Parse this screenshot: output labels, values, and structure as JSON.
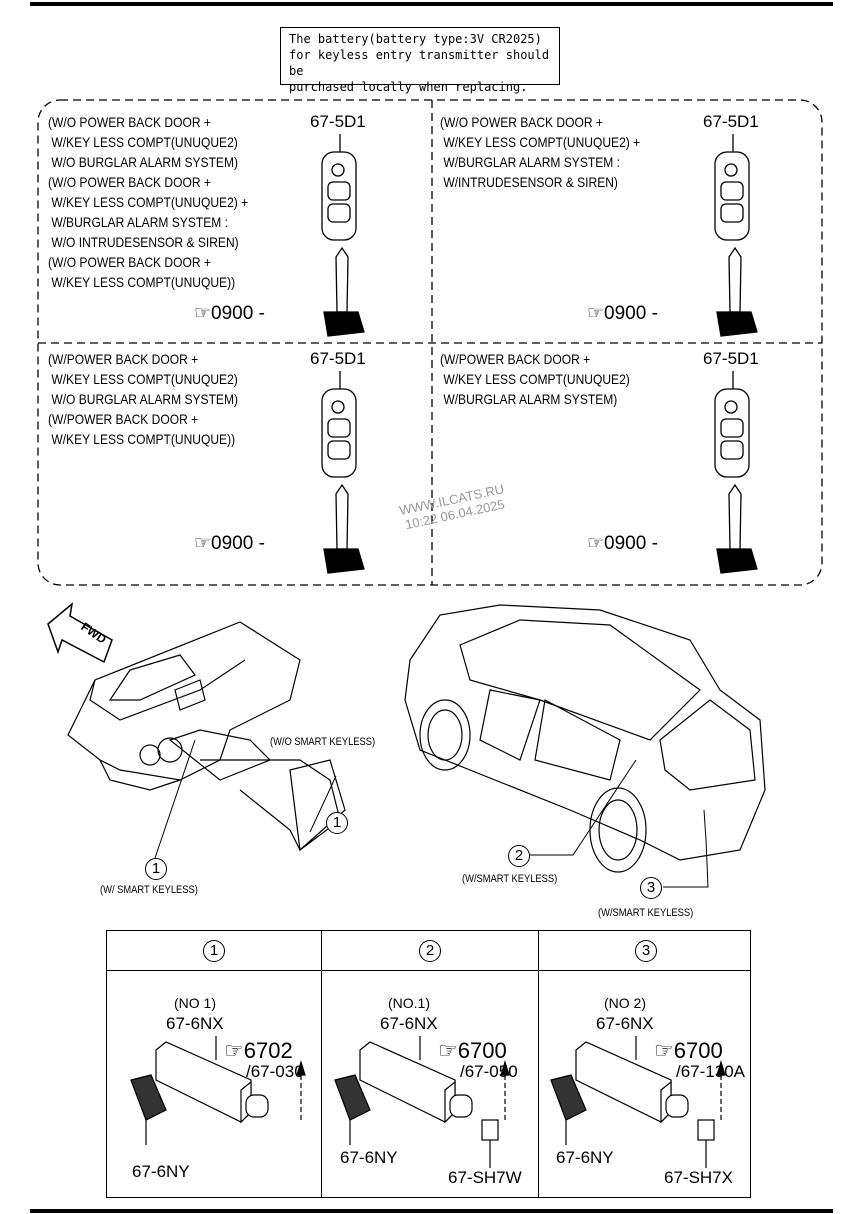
{
  "note": [
    "The battery(battery type:3V CR2025)",
    "for keyless entry transmitter should be",
    "purchased locally when replacing."
  ],
  "quadrants": [
    {
      "lines": [
        "(W/O POWER BACK DOOR +",
        " W/KEY LESS COMPT(UNUQUE2)",
        " W/O BURGLAR ALARM SYSTEM)",
        "(W/O POWER BACK DOOR +",
        " W/KEY LESS COMPT(UNUQUE2) +",
        " W/BURGLAR ALARM SYSTEM :",
        " W/O INTRUDESENSOR & SIREN)",
        "(W/O POWER BACK DOOR +",
        " W/KEY LESS COMPT(UNUQUE))"
      ],
      "part": "67-5D1",
      "ref": "0900"
    },
    {
      "lines": [
        "(W/O POWER BACK DOOR +",
        " W/KEY LESS COMPT(UNUQUE2) +",
        " W/BURGLAR ALARM SYSTEM :",
        " W/INTRUDESENSOR & SIREN)"
      ],
      "part": "67-5D1",
      "ref": "0900"
    },
    {
      "lines": [
        "(W/POWER BACK DOOR +",
        " W/KEY LESS COMPT(UNUQUE2)",
        " W/O BURGLAR ALARM SYSTEM)",
        "(W/POWER BACK DOOR +",
        " W/KEY LESS COMPT(UNUQUE))"
      ],
      "part": "67-5D1",
      "ref": "0900"
    },
    {
      "lines": [
        "(W/POWER BACK DOOR +",
        " W/KEY LESS COMPT(UNUQUE2)",
        " W/BURGLAR ALARM SYSTEM)"
      ],
      "part": "67-5D1",
      "ref": "0900"
    }
  ],
  "watermark": [
    "WWW.ILCATS.RU",
    "10:22 06.04.2025"
  ],
  "fwd_label": "FWD",
  "callouts": {
    "c1_top": {
      "num": "1",
      "label": "(W/O SMART KEYLESS)"
    },
    "c1_bottom": {
      "num": "1",
      "label": "(W/ SMART KEYLESS)"
    },
    "c2": {
      "num": "2",
      "label": "(W/SMART KEYLESS)"
    },
    "c3": {
      "num": "3",
      "label": "(W/SMART KEYLESS)"
    }
  },
  "table": {
    "headers": [
      "1",
      "2",
      "3"
    ],
    "cells": [
      {
        "no": "(NO 1)",
        "antenna": "67-6NX",
        "ref": "6702",
        "ref_sub": "/67-030",
        "bracket": "67-6NY",
        "extra": ""
      },
      {
        "no": "(NO.1)",
        "antenna": "67-6NX",
        "ref": "6700",
        "ref_sub": "/67-050",
        "bracket": "67-6NY",
        "extra": "67-SH7W"
      },
      {
        "no": "(NO 2)",
        "antenna": "67-6NX",
        "ref": "6700",
        "ref_sub": "/67-130A",
        "bracket": "67-6NY",
        "extra": "67-SH7X"
      }
    ]
  }
}
